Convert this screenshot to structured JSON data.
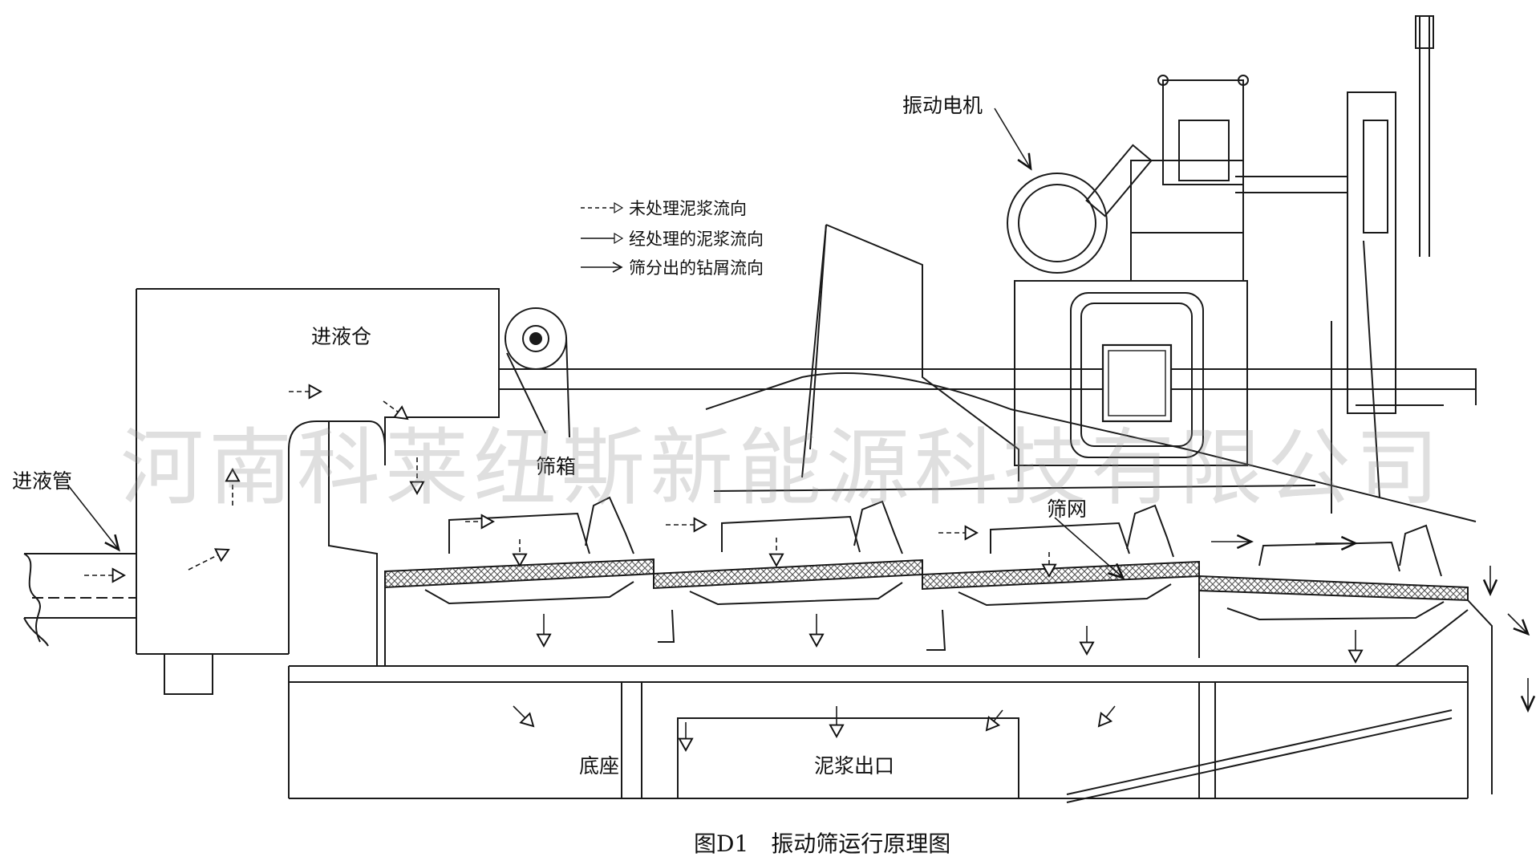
{
  "legend": [
    {
      "style": "dashed",
      "text": "未处理泥浆流向"
    },
    {
      "style": "hollow",
      "text": "经处理的泥浆流向"
    },
    {
      "style": "solid",
      "text": "筛分出的钻屑流向"
    }
  ],
  "labels": {
    "motor": "振动电机",
    "inlet_bin": "进液仓",
    "inlet_pipe": "进液管",
    "screen_box": "筛箱",
    "screen_mesh": "筛网",
    "base": "底座",
    "mud_outlet": "泥浆出口"
  },
  "watermark": "河南科莱纽斯新能源科技有限公司",
  "caption": "图D1　振动筛运行原理图",
  "colors": {
    "line": "#1a1a1a",
    "mesh": "#9a9a9a",
    "watermark": "#8c8c8c"
  }
}
